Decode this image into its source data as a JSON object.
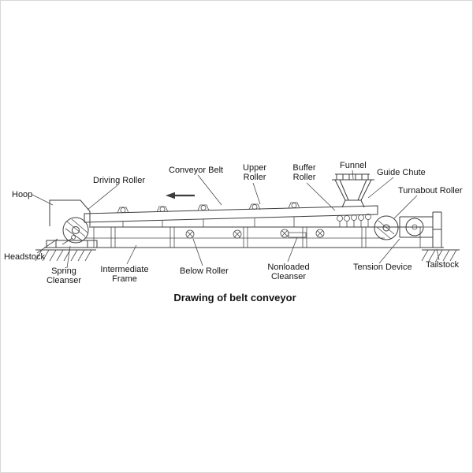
{
  "figure": {
    "title": "Drawing of belt conveyor",
    "labels": {
      "hoop": "Hoop",
      "driving_roller": "Driving Roller",
      "conveyor_belt": "Conveyor Belt",
      "upper_roller_line1": "Upper",
      "upper_roller_line2": "Roller",
      "buffer_roller_line1": "Buffer",
      "buffer_roller_line2": "Roller",
      "funnel": "Funnel",
      "guide_chute": "Guide Chute",
      "turnabout_roller": "Turnabout Roller",
      "headstock": "Headstock",
      "spring_cleanser_line1": "Spring",
      "spring_cleanser_line2": "Cleanser",
      "intermediate_frame_line1": "Intermediate",
      "intermediate_frame_line2": "Frame",
      "below_roller": "Below Roller",
      "nonloaded_cleanser_line1": "Nonloaded",
      "nonloaded_cleanser_line2": "Cleanser",
      "tension_device": "Tension Device",
      "tailstock": "Tailstock"
    },
    "colors": {
      "belt_fill": "#dcedc4",
      "line": "#3c3c3c",
      "background": "#ffffff"
    }
  }
}
